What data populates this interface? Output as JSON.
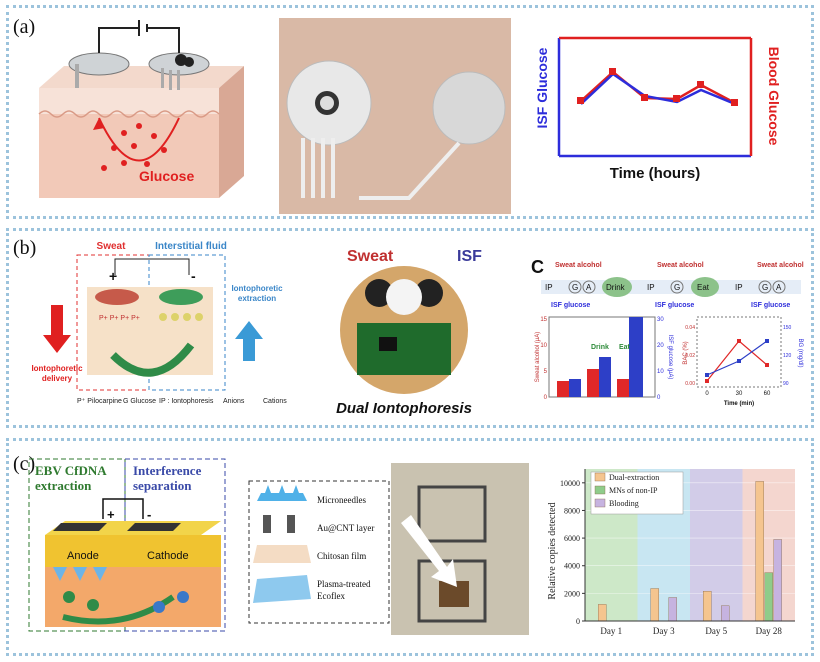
{
  "panel_a": {
    "label": "(a)",
    "illustration": {
      "glucose_label": "Glucose"
    },
    "chart": {
      "xlabel": "Time (hours)",
      "ylabel_left": "ISF Glucose",
      "ylabel_right": "Blood Glucose"
    }
  },
  "panel_b": {
    "label": "(b)",
    "schematic": {
      "sweat": "Sweat",
      "isf": "Interstitial fluid",
      "plus": "+",
      "minus": "-",
      "left_arrow": [
        "Iontophoretic",
        "delivery"
      ],
      "right_arrow": [
        "Iontophoretic",
        "extraction"
      ],
      "legend": [
        "P⁺ Pilocarpine",
        "G Glucose",
        "IP : Iontophoresis",
        "Anions",
        "Cations"
      ]
    },
    "photo": {
      "sweat": "Sweat",
      "isf": "ISF",
      "caption": "Dual Iontophoresis"
    },
    "chart": {
      "letter": "C",
      "flow": [
        "IP",
        "G",
        "A",
        "Drink",
        "IP",
        "G",
        "Eat",
        "IP",
        "G",
        "A"
      ],
      "flow_top": [
        "Sweat alcohol",
        "Sweat alcohol",
        "Sweat alcohol"
      ],
      "flow_bottom": [
        "ISF glucose",
        "ISF glucose",
        "ISF glucose"
      ],
      "bar_ylabel_left": "Sweat alcohol (µA)",
      "bar_ylabel_right": "ISF glucose (µA)",
      "bar_ticks_left": [
        "0",
        "5",
        "10",
        "15"
      ],
      "bar_ticks_right": [
        "0",
        "10",
        "20",
        "30"
      ],
      "annotations": [
        "Drink",
        "Eat"
      ],
      "line_ylabel_left": "BAC (%)",
      "line_ylabel_right": "BG (mg/dl)",
      "line_ticks_left": [
        "0.00",
        "0.02",
        "0.04"
      ],
      "line_ticks_right": [
        "90",
        "120",
        "150"
      ],
      "line_xticks": [
        "0",
        "30",
        "60"
      ],
      "line_xlabel": "Time (min)"
    }
  },
  "panel_c": {
    "label": "(c)",
    "schematic": {
      "left_title": [
        "EBV CfDNA",
        "extraction"
      ],
      "right_title": [
        "Interference",
        "separation"
      ],
      "plus": "+",
      "minus": "-",
      "anode": "Anode",
      "cathode": "Cathode"
    },
    "layers": [
      "Microneedles",
      "Au@CNT layer",
      "Chitosan film",
      "Plasma-treated",
      "Ecoflex"
    ],
    "chart_data": {
      "type": "bar",
      "categories": [
        "Day 1",
        "Day 3",
        "Day 5",
        "Day 28"
      ],
      "series": [
        {
          "name": "Dual-extraction",
          "values": [
            1200,
            2350,
            2150,
            10100
          ],
          "color": "#f5c58f"
        },
        {
          "name": "MNs of non-IP",
          "values": [
            null,
            null,
            null,
            3500
          ],
          "color": "#8fcc8a"
        },
        {
          "name": "Blooding",
          "values": [
            null,
            1700,
            1100,
            5900
          ],
          "color": "#c6b3e0"
        }
      ],
      "ylabel": "Relative copies detected",
      "ylim": [
        0,
        11000
      ],
      "yticks": [
        "0",
        "2000",
        "4000",
        "6000",
        "8000",
        "10000"
      ],
      "legend": "top-left"
    }
  }
}
